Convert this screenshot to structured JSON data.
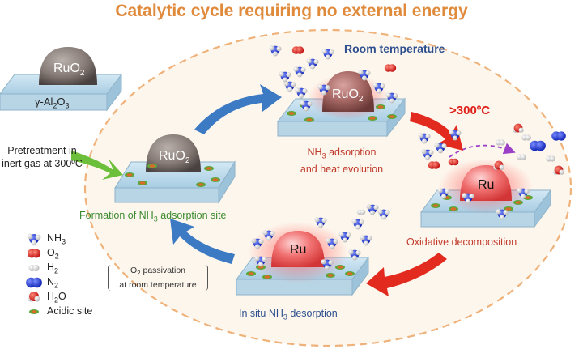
{
  "title": "Catalytic cycle requiring no external energy",
  "conditions": {
    "room_temperature": "Room  temperature",
    "high_temperature": ">300ºC"
  },
  "catalysts": {
    "ruo2": "RuO2",
    "ru": "Ru",
    "support": "γ-Al2O3"
  },
  "pretreatment": "Pretreatment in inert gas at 300ºC",
  "steps": {
    "formation": "Formation of NH3 adsorption site",
    "adsorption_line1": "NH3 adsorption",
    "adsorption_line2": "and heat evolution",
    "oxidative": "Oxidative decomposition",
    "desorption": "In situ NH3 desorption",
    "passivation": "O2 passivation at room temperature"
  },
  "legend": [
    {
      "label": "NH3",
      "icon": "ammonia-molecule-icon"
    },
    {
      "label": "O2",
      "icon": "oxygen-molecule-icon"
    },
    {
      "label": "H2",
      "icon": "hydrogen-molecule-icon"
    },
    {
      "label": "N2",
      "icon": "nitrogen-molecule-icon"
    },
    {
      "label": "H2O",
      "icon": "water-molecule-icon"
    },
    {
      "label": "Acidic site",
      "icon": "acidic-site-icon"
    }
  ],
  "colors": {
    "title": "#e08a3c",
    "room_temperature": "#2d4f8f",
    "high_temperature": "#e0201a",
    "green_text": "#3a8a2e",
    "red_text": "#c0392b",
    "blue_text": "#2d4f8f",
    "support_top": "#bcd9ea",
    "ruo2_dome": "#8a7f7a",
    "ru_dome": "#e25555",
    "arrow_blue": "#3d7ac4",
    "arrow_red": "#e22a1f",
    "arrow_green": "#6cbf3a",
    "dashed_ellipse": "#efb27a"
  }
}
